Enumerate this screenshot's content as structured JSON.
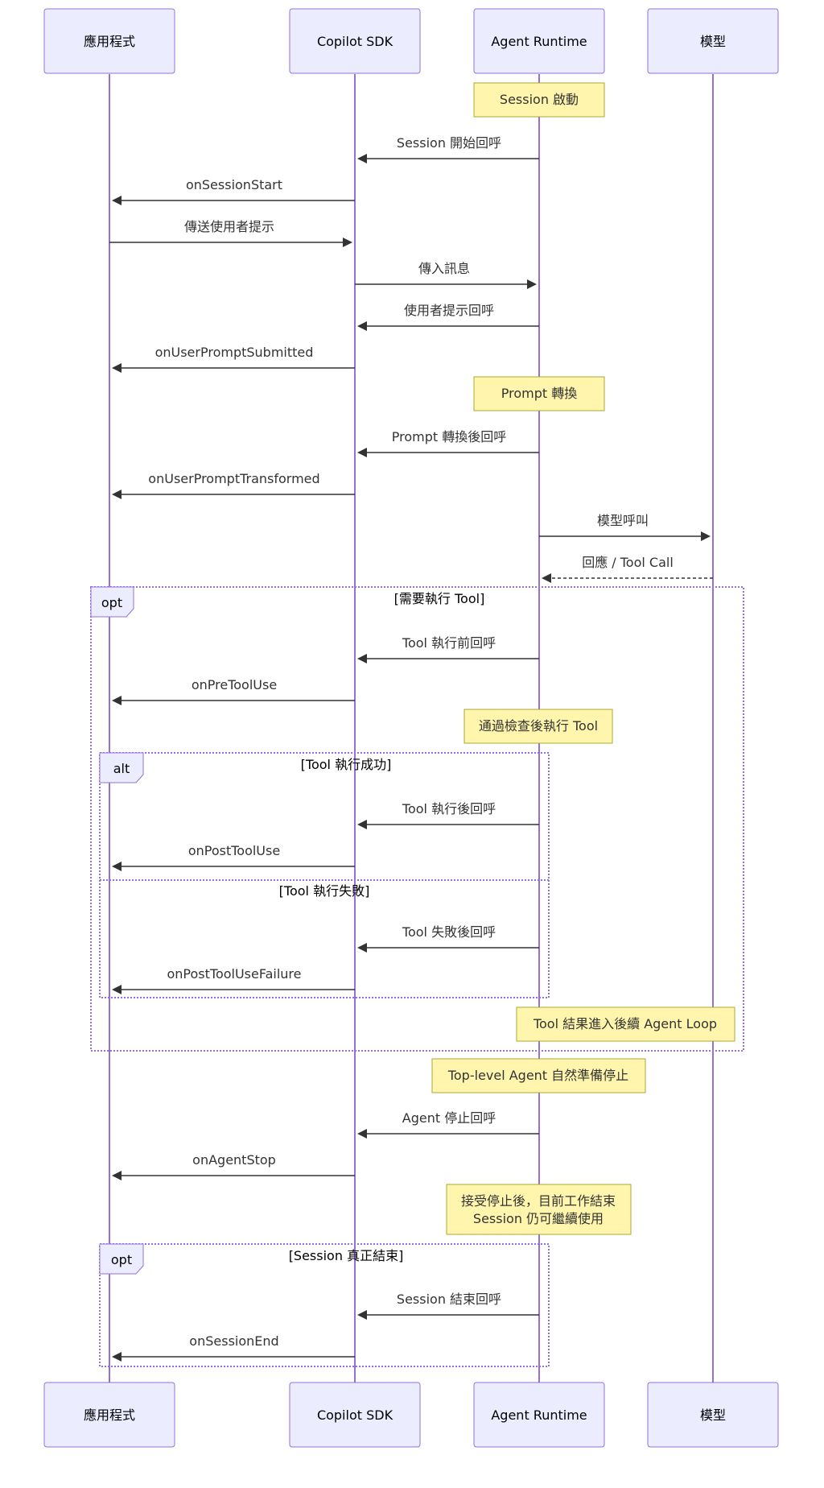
{
  "participants": [
    "應用程式",
    "Copilot SDK",
    "Agent Runtime",
    "模型"
  ],
  "notes": {
    "session_start": "Session 啟動",
    "prompt_transform": "Prompt 轉換",
    "pass_check": "通過檢查後執行 Tool",
    "tool_result": "Tool 結果進入後續 Agent Loop",
    "top_level_stop": "Top-level Agent 自然準備停止",
    "accept_stop_1": "接受停止後，目前工作結束",
    "accept_stop_2": "Session 仍可繼續使用"
  },
  "messages": {
    "m1": "Session 開始回呼",
    "m2": "onSessionStart",
    "m3": "傳送使用者提示",
    "m4": "傳入訊息",
    "m5": "使用者提示回呼",
    "m6": "onUserPromptSubmitted",
    "m7": "Prompt 轉換後回呼",
    "m8": "onUserPromptTransformed",
    "m9": "模型呼叫",
    "m10": "回應 / Tool Call",
    "m11": "Tool 執行前回呼",
    "m12": "onPreToolUse",
    "m13": "Tool 執行後回呼",
    "m14": "onPostToolUse",
    "m15": "Tool 失敗後回呼",
    "m16": "onPostToolUseFailure",
    "m17": "Agent 停止回呼",
    "m18": "onAgentStop",
    "m19": "Session 結束回呼",
    "m20": "onSessionEnd"
  },
  "frames": {
    "opt1": {
      "tag": "opt",
      "condition": "[需要執行 Tool]"
    },
    "alt": {
      "tag": "alt",
      "condition": "[Tool 執行成功]",
      "else_condition": "[Tool 執行失敗]"
    },
    "opt2": {
      "tag": "opt",
      "condition": "[Session 真正結束]"
    }
  }
}
